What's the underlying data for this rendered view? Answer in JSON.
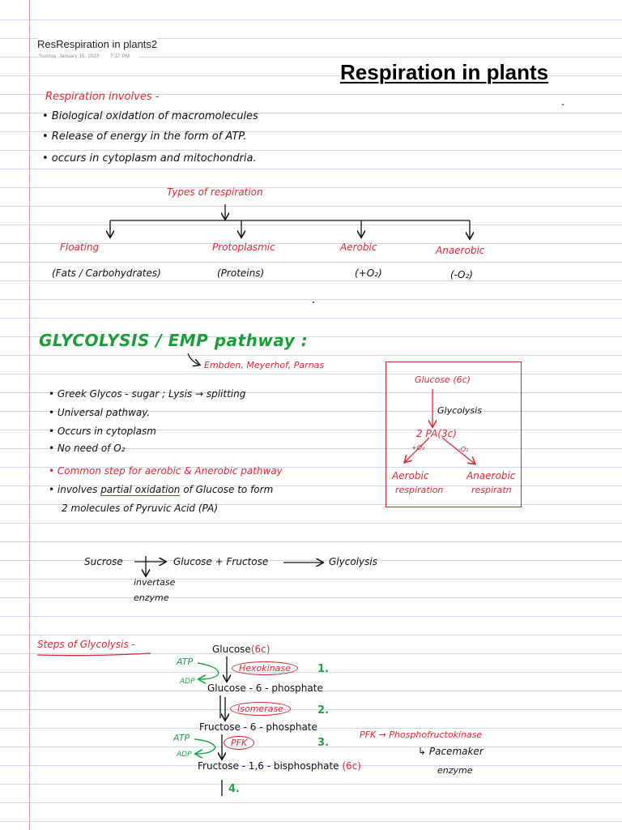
{
  "header": {
    "page_name": "ResRespiration in plants2",
    "date": "Sunday, January 15, 2023",
    "time": "7:37 PM"
  },
  "title": "Respiration in plants",
  "intro": {
    "heading": "Respiration involves -",
    "bullets": [
      "• Biological oxidation of macromolecules",
      "• Release of energy in the form of ATP.",
      "• occurs in cytoplasm and mitochondria."
    ]
  },
  "types": {
    "heading": "Types of respiration",
    "items": [
      {
        "name": "Floating",
        "note": "(Fats / Carbohydrates)"
      },
      {
        "name": "Protoplasmic",
        "note": "(Proteins)"
      },
      {
        "name": "Aerobic",
        "note": "(+O₂)"
      },
      {
        "name": "Anaerobic",
        "note": "(-O₂)"
      }
    ]
  },
  "glycolysis": {
    "heading": "GLYCOLYSIS / EMP pathway :",
    "emp_expansion": "Embden, Meyerhof, Parnas",
    "bullets": [
      "• Greek Glycos - sugar ; Lysis → splitting",
      "• Universal pathway.",
      "• Occurs in cytoplasm",
      "• No need of O₂"
    ],
    "red_bullet": "• Common step for aerobic & Anerobic pathway",
    "partial_prefix": "• involves",
    "partial_underlined": "partial oxidation",
    "partial_suffix": "of Glucose to form",
    "partial_line2": "2 molecules of Pyruvic Acid (PA)"
  },
  "box": {
    "glucose": "Glucose (6c)",
    "glycolysis": "Glycolysis",
    "pa": "2 PA(3c)",
    "plus_o2": "+O₂",
    "minus_o2": "-O₂",
    "aerobic": "Aerobic",
    "aerobic_sub": "respiration",
    "anaerobic": "Anaerobic",
    "anaerobic_sub": "respiratn"
  },
  "sucrose": {
    "sucrose": "Sucrose",
    "products": "Glucose + Fructose",
    "result": "Glycolysis",
    "enzyme_line1": "invertase",
    "enzyme_line2": "enzyme"
  },
  "steps": {
    "heading": "Steps of Glycolysis -",
    "glucose": "Glucose",
    "glucose_c": "(6c)",
    "atp1": "ATP",
    "adp1": "ADP",
    "enzyme1": "Hexokinase",
    "num1": "1.",
    "g6p": "Glucose - 6 - phosphate",
    "enzyme2": "Isomerase",
    "num2": "2.",
    "f6p": "Fructose - 6 - phosphate",
    "atp2": "ATP",
    "adp2": "ADP",
    "enzyme3": "PFK",
    "num3": "3.",
    "pfk_note": "PFK → Phosphofructokinase",
    "pacemaker_line1": "↳ Pacemaker",
    "pacemaker_line2": "enzyme",
    "f16bp": "Fructose - 1,6 - bisphosphate",
    "f16bp_c": "(6c)",
    "num4": "4."
  }
}
